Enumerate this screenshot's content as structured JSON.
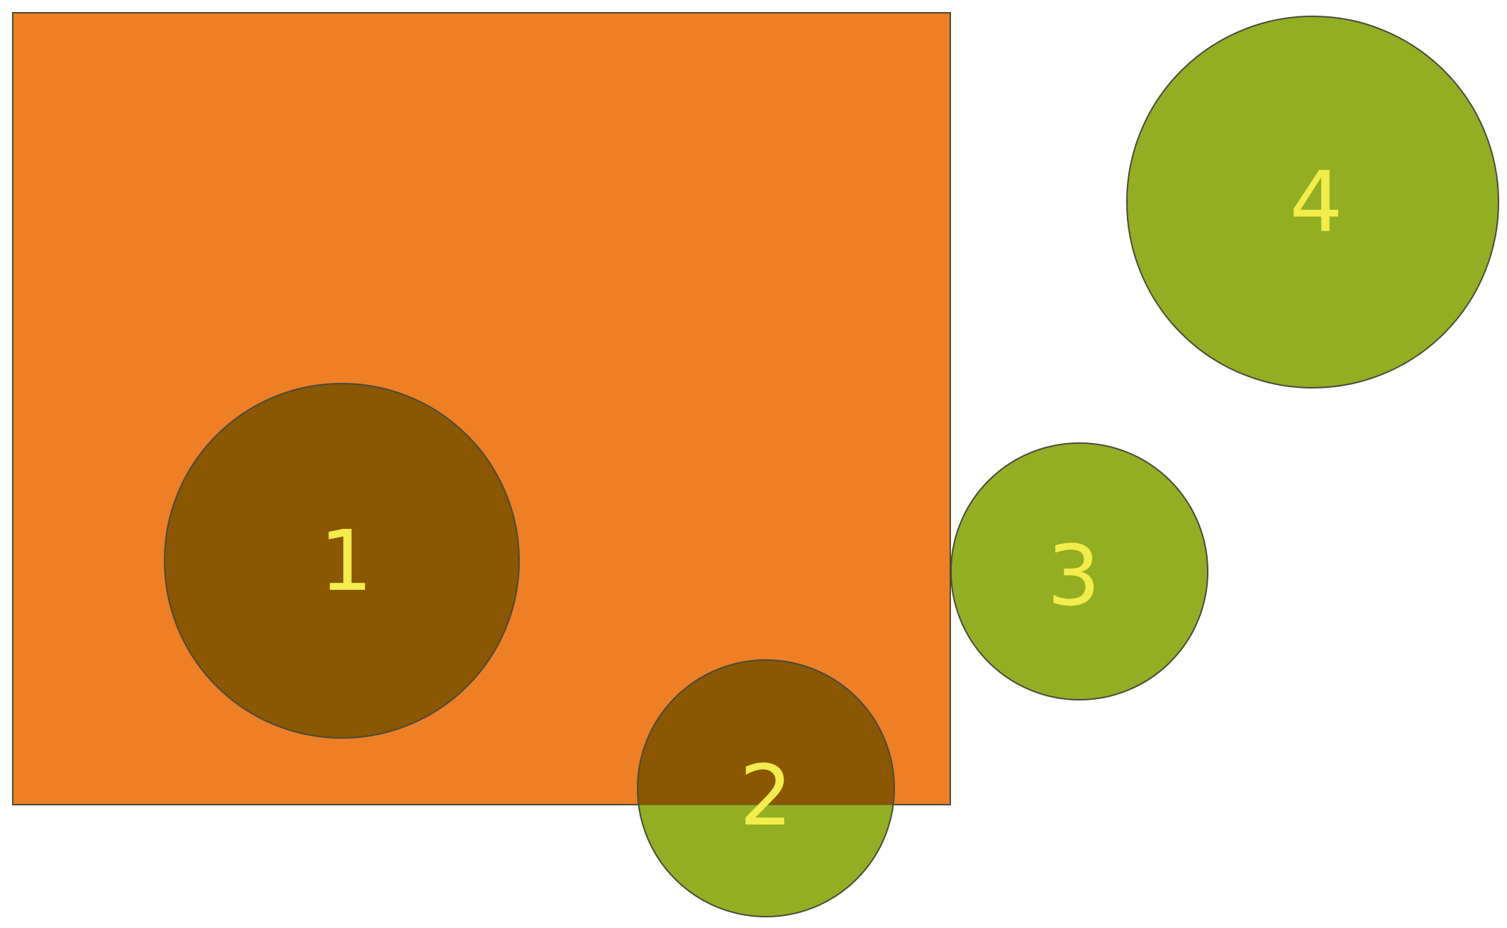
{
  "colors": {
    "background": "#ffffff",
    "rectangle_fill": "#ee7f24",
    "circle_outside_fill": "#93ae23",
    "circle_overlap_fill": "#8a5703",
    "stroke": "#4a4a3a",
    "label_color": "#f2ec4c"
  },
  "rectangle": {
    "description": "orange-rectangle"
  },
  "circles": [
    {
      "id": "1",
      "label": "1"
    },
    {
      "id": "2",
      "label": "2"
    },
    {
      "id": "3",
      "label": "3"
    },
    {
      "id": "4",
      "label": "4"
    }
  ]
}
